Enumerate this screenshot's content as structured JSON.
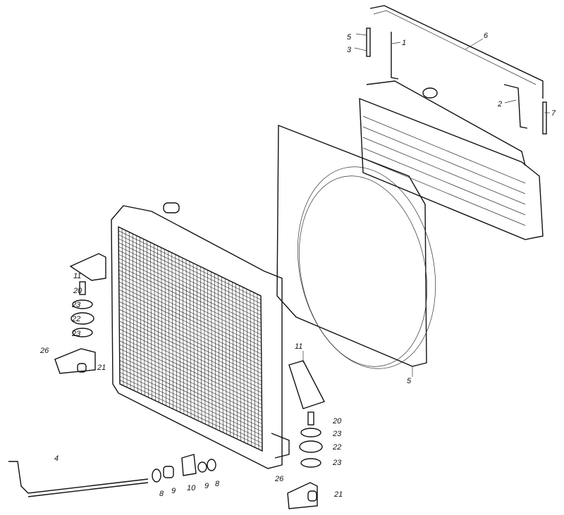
{
  "diagram": {
    "title": "Radiator assembly exploded view",
    "part_labels": [
      {
        "id": "l5a",
        "text": "5"
      },
      {
        "id": "l3",
        "text": "3"
      },
      {
        "id": "l1",
        "text": "1"
      },
      {
        "id": "l6",
        "text": "6"
      },
      {
        "id": "l2",
        "text": "2"
      },
      {
        "id": "l7",
        "text": "7"
      },
      {
        "id": "l11a",
        "text": "11"
      },
      {
        "id": "l20a",
        "text": "20"
      },
      {
        "id": "l23a",
        "text": "23"
      },
      {
        "id": "l22a",
        "text": "22"
      },
      {
        "id": "l23b",
        "text": "23"
      },
      {
        "id": "l26a",
        "text": "26"
      },
      {
        "id": "l21a",
        "text": "21"
      },
      {
        "id": "l5b",
        "text": "5"
      },
      {
        "id": "l11b",
        "text": "11"
      },
      {
        "id": "l20b",
        "text": "20"
      },
      {
        "id": "l23c",
        "text": "23"
      },
      {
        "id": "l22b",
        "text": "22"
      },
      {
        "id": "l23d",
        "text": "23"
      },
      {
        "id": "l4",
        "text": "4"
      },
      {
        "id": "l8a",
        "text": "8"
      },
      {
        "id": "l9a",
        "text": "9"
      },
      {
        "id": "l10",
        "text": "10"
      },
      {
        "id": "l9b",
        "text": "9"
      },
      {
        "id": "l8b",
        "text": "8"
      },
      {
        "id": "l26b",
        "text": "26"
      },
      {
        "id": "l21b",
        "text": "21"
      }
    ]
  }
}
